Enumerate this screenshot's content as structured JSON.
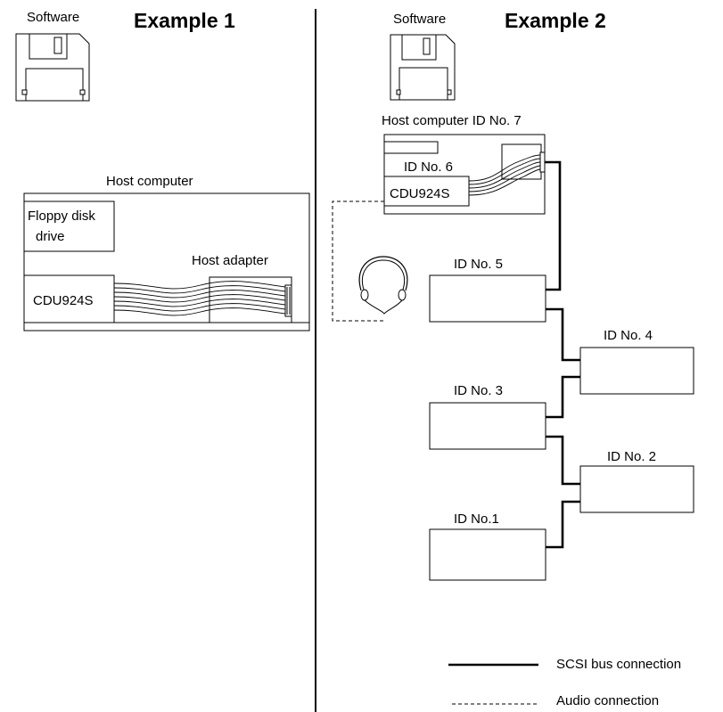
{
  "example1": {
    "title": "Example 1",
    "software_label": "Software",
    "host_computer_label": "Host computer",
    "floppy_label_line1": "Floppy disk",
    "floppy_label_line2": "drive",
    "host_adapter_label": "Host adapter",
    "drive_label": "CDU924S"
  },
  "example2": {
    "title": "Example 2",
    "software_label": "Software",
    "host_computer_label": "Host computer ID No. 7",
    "drive_id_label": "ID No. 6",
    "drive_label": "CDU924S",
    "devices": [
      {
        "label": "ID No. 5"
      },
      {
        "label": "ID No. 4"
      },
      {
        "label": "ID No. 3"
      },
      {
        "label": "ID No. 2"
      },
      {
        "label": "ID No.1"
      }
    ]
  },
  "legend": {
    "scsi_label": "SCSI bus connection",
    "audio_label": "Audio connection"
  }
}
